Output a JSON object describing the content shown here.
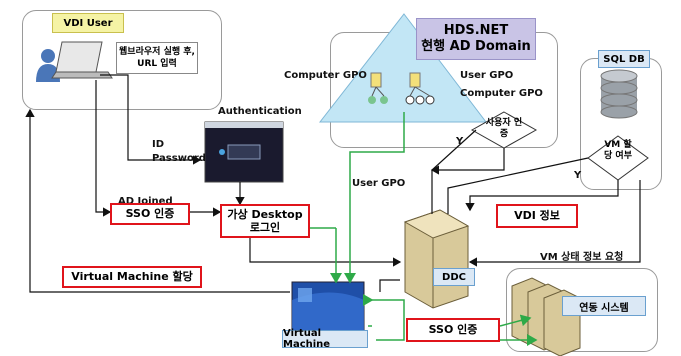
{
  "vdi_user": {
    "title": "VDI User",
    "note": "웹브라우저 실행 후, URL 입력"
  },
  "authentication": {
    "title": "Authentication",
    "credentials": "ID\nPassword"
  },
  "ad": {
    "line1": "HDS.NET",
    "line2": "현행 AD Domain",
    "computer_gpo": "Computer GPO",
    "user_gpo": "User GPO",
    "computer_gpo_right": "Computer GPO"
  },
  "sql": {
    "title": "SQL DB"
  },
  "decisions": {
    "user_auth": "사용자 인증",
    "vm_alloc": "VM 할당 여부",
    "yes": "Y"
  },
  "labels": {
    "ad_joined": "AD Joined",
    "sso_auth": "SSO 인증",
    "desktop_login": "가상 Desktop 로그인",
    "user_gpo_mid": "User GPO",
    "vdi_info": "VDI 정보",
    "vm_status": "VM 상태 정보 요청",
    "vm_assign": "Virtual Machine 할당",
    "ddc": "DDC",
    "vm": "Virtual Machine",
    "sso_auth2": "SSO 인증",
    "linked": "연동 시스템"
  },
  "colors": {
    "red": "#e0141b",
    "green": "#2eaa48",
    "tag": "#dbe8f5",
    "purple": "#c9c4e6"
  }
}
